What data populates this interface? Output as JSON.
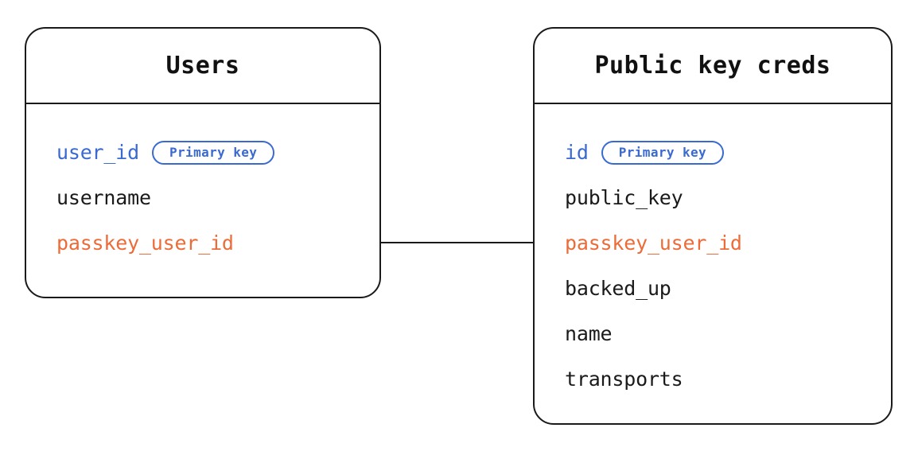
{
  "diagram": {
    "type": "entity-relationship",
    "background_color": "#ffffff",
    "stroke_color": "#1a1a1a",
    "accent_colors": {
      "primary_key": "#3a6ad0",
      "foreign_key": "#ec6b38",
      "text": "#1a1a1a"
    },
    "entities": [
      {
        "id": "users",
        "title": "Users",
        "fields": [
          {
            "name": "user_id",
            "role": "primary_key",
            "badge": "Primary key"
          },
          {
            "name": "username",
            "role": "plain",
            "badge": ""
          },
          {
            "name": "passkey_user_id",
            "role": "foreign_key",
            "badge": ""
          }
        ]
      },
      {
        "id": "public_key_creds",
        "title": "Public key creds",
        "fields": [
          {
            "name": "id",
            "role": "primary_key",
            "badge": "Primary key"
          },
          {
            "name": "public_key",
            "role": "plain",
            "badge": ""
          },
          {
            "name": "passkey_user_id",
            "role": "foreign_key",
            "badge": ""
          },
          {
            "name": "backed_up",
            "role": "plain",
            "badge": ""
          },
          {
            "name": "name",
            "role": "plain",
            "badge": ""
          },
          {
            "name": "transports",
            "role": "plain",
            "badge": ""
          }
        ]
      }
    ],
    "relationships": [
      {
        "from": "users.passkey_user_id",
        "to": "public_key_creds.passkey_user_id",
        "style": "solid-line"
      }
    ]
  }
}
